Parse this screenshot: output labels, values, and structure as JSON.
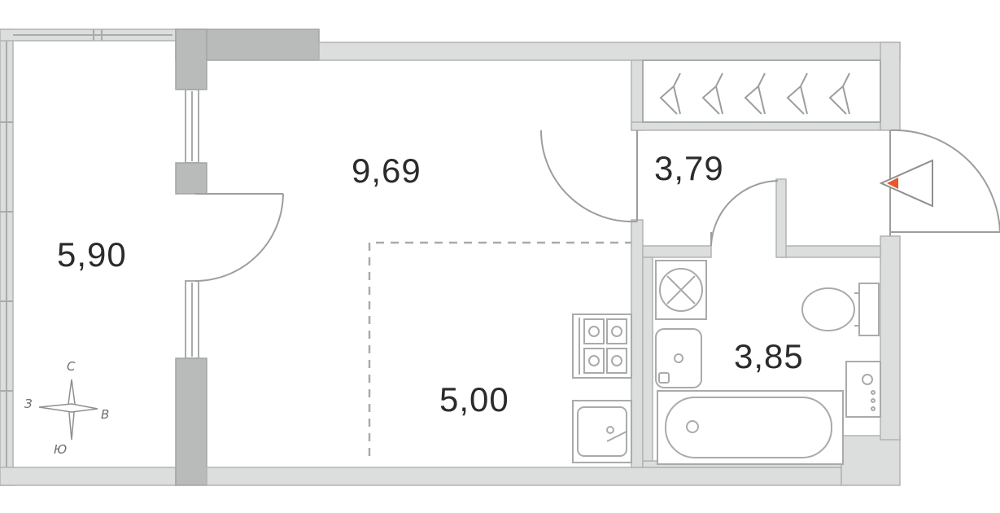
{
  "rooms": {
    "balcony": {
      "area": "5,90"
    },
    "living": {
      "area": "9,69"
    },
    "kitchen": {
      "area": "5,00"
    },
    "hall": {
      "area": "3,79"
    },
    "bathroom": {
      "area": "3,85"
    }
  },
  "compass": {
    "north": "С",
    "west": "З",
    "east": "В",
    "south": "Ю"
  },
  "colors": {
    "wall": "#dcdddd",
    "wall_dark": "#b9bbbb",
    "line": "#a9abab",
    "text": "#2b2b2b",
    "entrance_marker": "#e8572a"
  }
}
